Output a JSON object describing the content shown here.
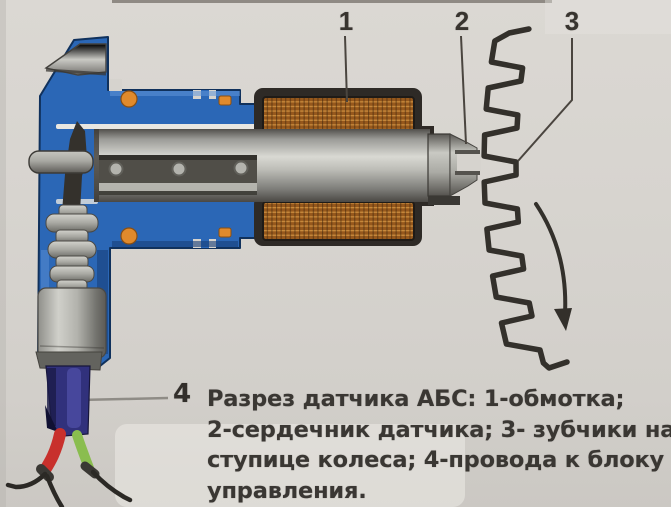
{
  "figure": {
    "kind": "abs-sensor-cross-section",
    "callouts": [
      {
        "number": "1"
      },
      {
        "number": "2"
      },
      {
        "number": "3"
      },
      {
        "number": "4"
      }
    ],
    "caption_lines": [
      "Разрез датчика АБС: 1-обмотка;",
      "2-сердечник датчика; 3- зубчики на",
      "ступице колеса; 4-провода к блоку",
      "управления."
    ],
    "colors": {
      "housing_blue": "#2b67b6",
      "coil_copper": "#96581c",
      "rivet_orange": "#e08a2c",
      "wire_red": "#c8302c",
      "wire_green": "#8abd4f",
      "cable_blue": "#31317c",
      "paper": "#d6d3ce"
    }
  }
}
